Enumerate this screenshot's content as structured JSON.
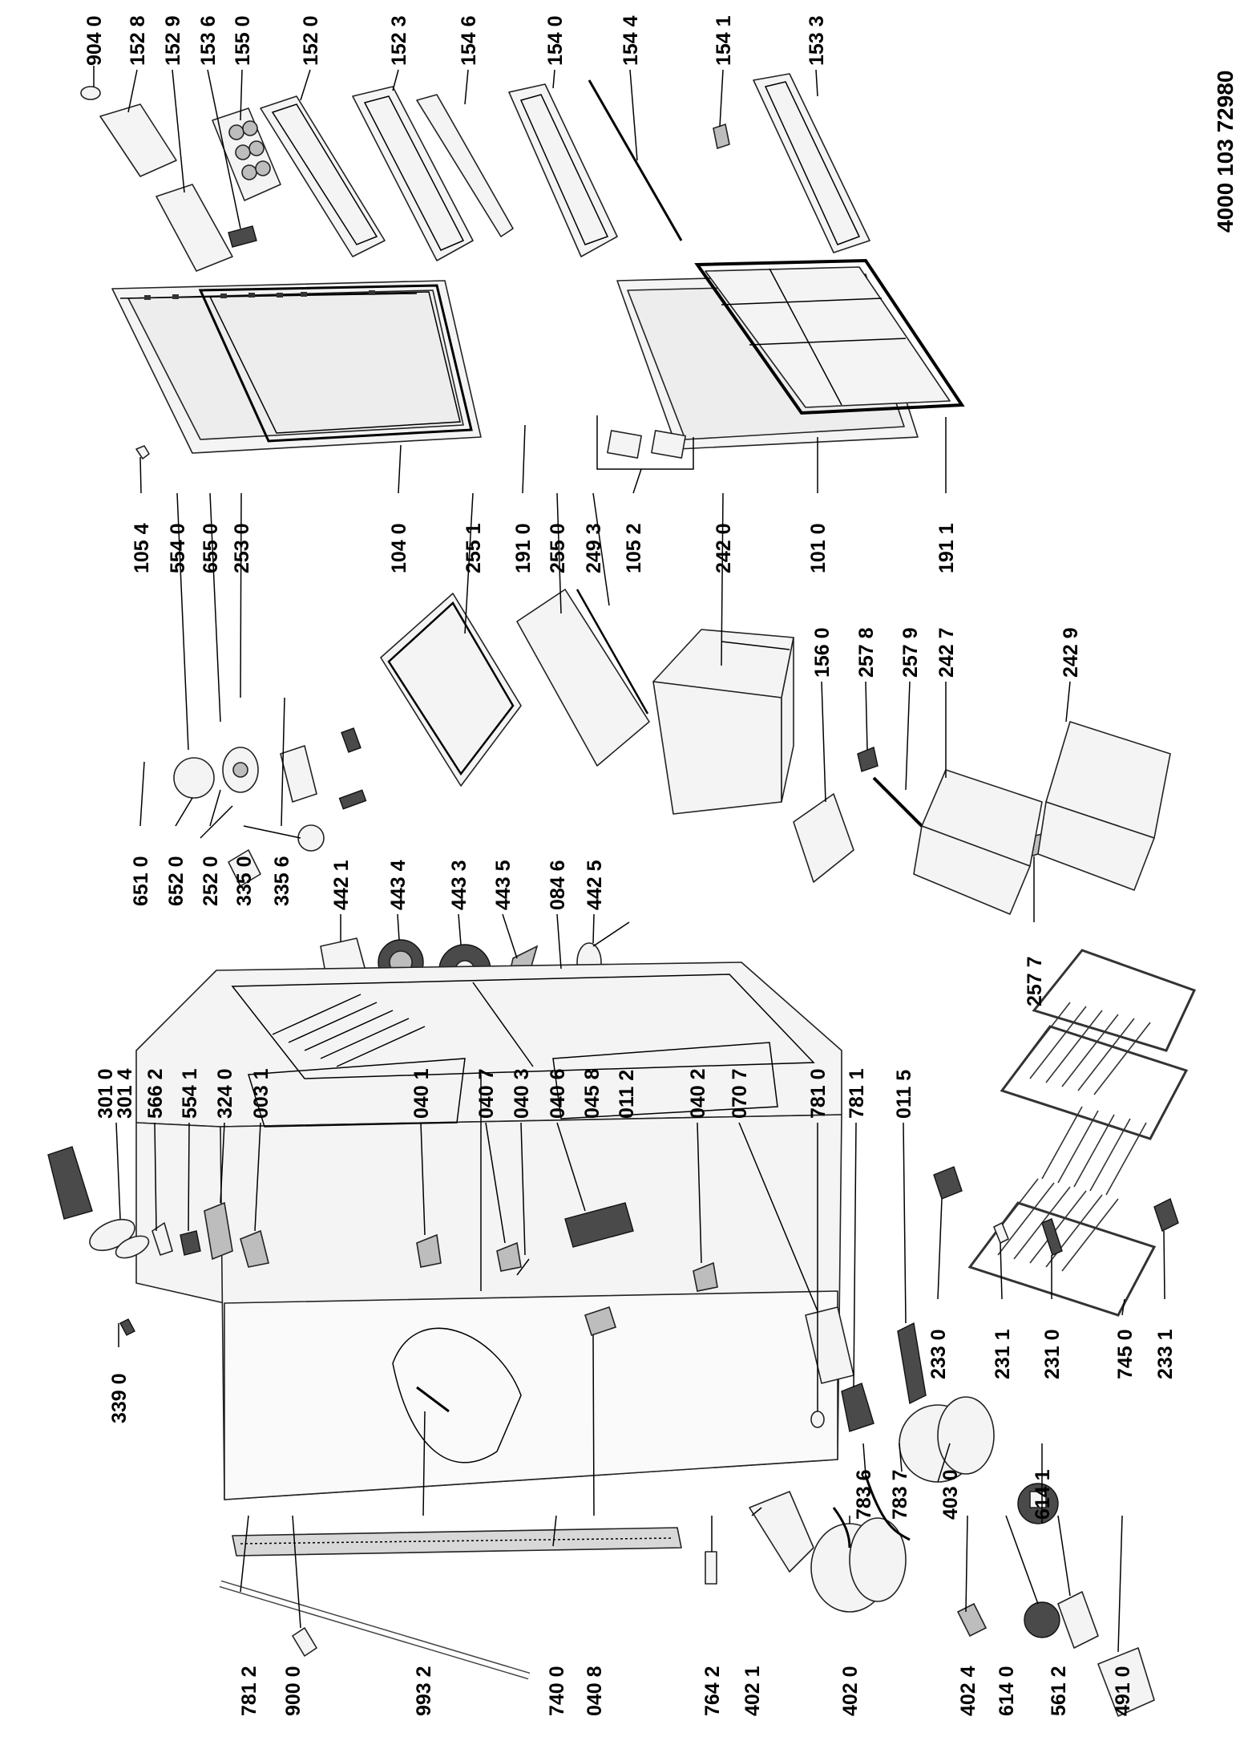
{
  "drawing_reference": "4000 103 72980",
  "labels": [
    {
      "id": "p9040",
      "text": "904 0"
    },
    {
      "id": "p1528",
      "text": "152 8"
    },
    {
      "id": "p1529",
      "text": "152 9"
    },
    {
      "id": "p1536",
      "text": "153 6"
    },
    {
      "id": "p1550",
      "text": "155 0"
    },
    {
      "id": "p1520",
      "text": "152 0"
    },
    {
      "id": "p1523",
      "text": "152 3"
    },
    {
      "id": "p1546",
      "text": "154 6"
    },
    {
      "id": "p1540",
      "text": "154 0"
    },
    {
      "id": "p1544",
      "text": "154 4"
    },
    {
      "id": "p1541",
      "text": "154 1"
    },
    {
      "id": "p1533",
      "text": "153 3"
    },
    {
      "id": "p1054",
      "text": "105 4"
    },
    {
      "id": "p5540a",
      "text": "554 0"
    },
    {
      "id": "p6550",
      "text": "655 0"
    },
    {
      "id": "p2530",
      "text": "253 0"
    },
    {
      "id": "p1040",
      "text": "104 0"
    },
    {
      "id": "p2551",
      "text": "255 1"
    },
    {
      "id": "p1910",
      "text": "191 0"
    },
    {
      "id": "p2550",
      "text": "255 0"
    },
    {
      "id": "p2493",
      "text": "249 3"
    },
    {
      "id": "p1052",
      "text": "105 2"
    },
    {
      "id": "p2420",
      "text": "242 0"
    },
    {
      "id": "p1010",
      "text": "101 0"
    },
    {
      "id": "p1911",
      "text": "191 1"
    },
    {
      "id": "p1560",
      "text": "156 0"
    },
    {
      "id": "p2578",
      "text": "257 8"
    },
    {
      "id": "p2579",
      "text": "257 9"
    },
    {
      "id": "p2427",
      "text": "242 7"
    },
    {
      "id": "p2429",
      "text": "242 9"
    },
    {
      "id": "p2577",
      "text": "257 7"
    },
    {
      "id": "p6510",
      "text": "651 0"
    },
    {
      "id": "p6520",
      "text": "652 0"
    },
    {
      "id": "p2520",
      "text": "252 0"
    },
    {
      "id": "p3350",
      "text": "335 0"
    },
    {
      "id": "p3356",
      "text": "335 6"
    },
    {
      "id": "p4421",
      "text": "442 1"
    },
    {
      "id": "p4434",
      "text": "443 4"
    },
    {
      "id": "p4433",
      "text": "443 3"
    },
    {
      "id": "p4435",
      "text": "443 5"
    },
    {
      "id": "p0846",
      "text": "084 6"
    },
    {
      "id": "p4425",
      "text": "442 5"
    },
    {
      "id": "p3010",
      "text": "301 0"
    },
    {
      "id": "p3014",
      "text": "301 4"
    },
    {
      "id": "p5662",
      "text": "566 2"
    },
    {
      "id": "p5541",
      "text": "554 1"
    },
    {
      "id": "p3240",
      "text": "324 0"
    },
    {
      "id": "p0031",
      "text": "003 1"
    },
    {
      "id": "p0401",
      "text": "040 1"
    },
    {
      "id": "p0407",
      "text": "040 7"
    },
    {
      "id": "p0403",
      "text": "040 3"
    },
    {
      "id": "p0406",
      "text": "040 6"
    },
    {
      "id": "p0458",
      "text": "045 8"
    },
    {
      "id": "p0112",
      "text": "011 2"
    },
    {
      "id": "p0402",
      "text": "040 2"
    },
    {
      "id": "p0707",
      "text": "070 7"
    },
    {
      "id": "p7810",
      "text": "781 0"
    },
    {
      "id": "p7811",
      "text": "781 1"
    },
    {
      "id": "p0115",
      "text": "011 5"
    },
    {
      "id": "p3390",
      "text": "339 0"
    },
    {
      "id": "p2330",
      "text": "233 0"
    },
    {
      "id": "p2311",
      "text": "231 1"
    },
    {
      "id": "p2310",
      "text": "231 0"
    },
    {
      "id": "p7450",
      "text": "745 0"
    },
    {
      "id": "p2331",
      "text": "233 1"
    },
    {
      "id": "p7836",
      "text": "783 6"
    },
    {
      "id": "p7837",
      "text": "783 7"
    },
    {
      "id": "p4030",
      "text": "403 0"
    },
    {
      "id": "p6141",
      "text": "614 1"
    },
    {
      "id": "p7812",
      "text": "781 2"
    },
    {
      "id": "p9000",
      "text": "900 0"
    },
    {
      "id": "p9932",
      "text": "993 2"
    },
    {
      "id": "p7400",
      "text": "740 0"
    },
    {
      "id": "p0408",
      "text": "040 8"
    },
    {
      "id": "p7642",
      "text": "764 2"
    },
    {
      "id": "p4021",
      "text": "402 1"
    },
    {
      "id": "p4020",
      "text": "402 0"
    },
    {
      "id": "p4024",
      "text": "402 4"
    },
    {
      "id": "p6140",
      "text": "614 0"
    },
    {
      "id": "p5612",
      "text": "561 2"
    },
    {
      "id": "p4910",
      "text": "491 0"
    }
  ]
}
